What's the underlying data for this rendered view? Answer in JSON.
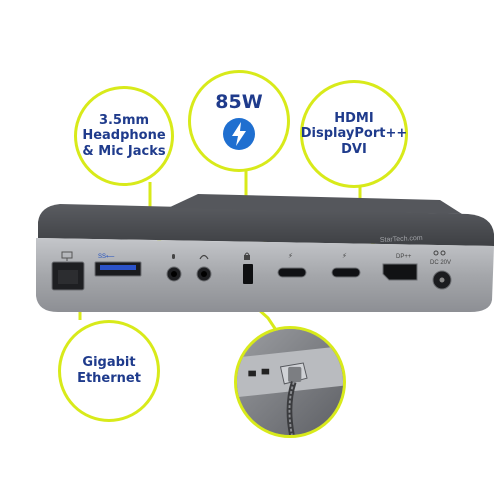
{
  "callouts": {
    "headphone": "3.5mm\nHeadphone\n& Mic Jacks",
    "power": "85W",
    "video": "HDMI\nDisplayPort++\nDVI",
    "ethernet": "Gigabit\nEthernet"
  },
  "device": {
    "brand_text": "StarTech.com",
    "usb_label": "SS⟵",
    "dp_label": "DP++",
    "dc_label": "DC 20V"
  },
  "icons": [
    "thunderbolt-icon",
    "network-icon",
    "microphone-icon",
    "headphone-icon",
    "lock-icon",
    "usb-c-icon",
    "displayport-icon",
    "dc-power-icon"
  ],
  "colors": {
    "callout_border": "#d8ea1a",
    "callout_text": "#1f3b8c",
    "thunderbolt": "#1f6fd0",
    "device_top": "#4f5156",
    "device_face": "#a9abaf"
  }
}
